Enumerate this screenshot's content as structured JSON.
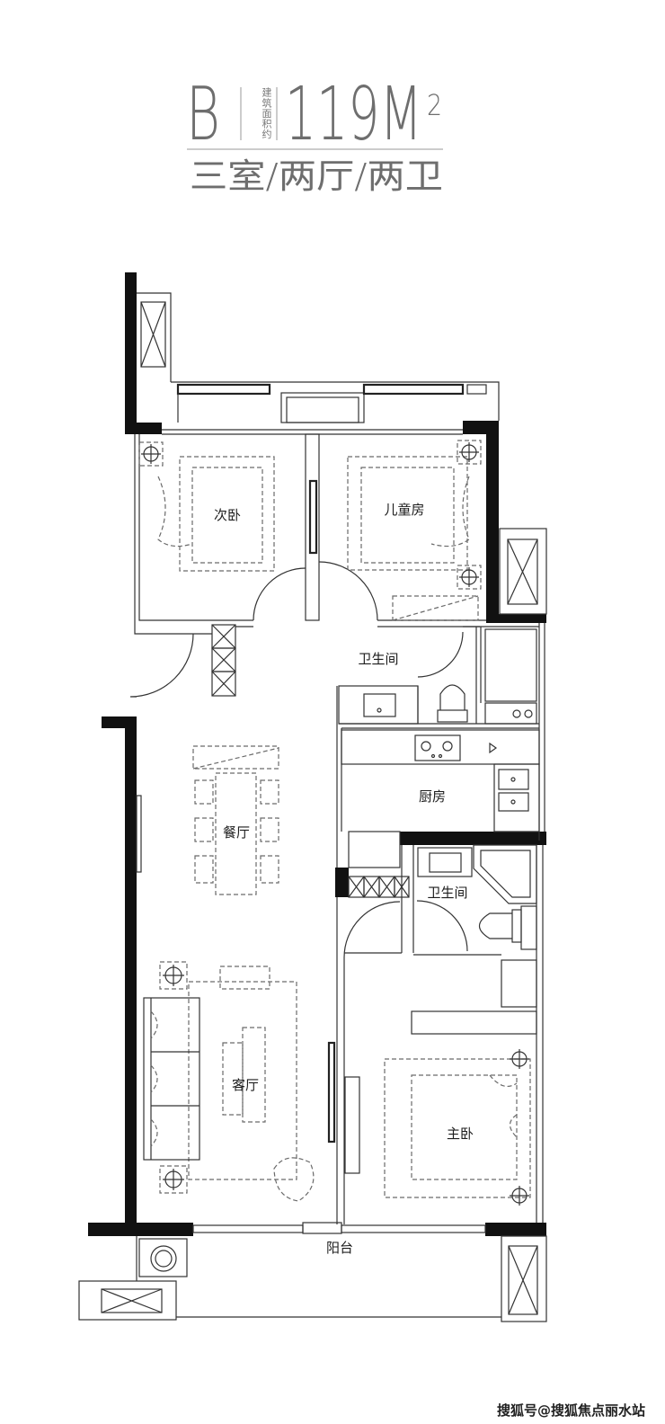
{
  "header": {
    "unit_type": "B",
    "area_note": "建筑面积约",
    "area_value": "119M",
    "area_unit_superscript": "2",
    "layout": "三室/两厅/两卫"
  },
  "rooms": {
    "secondary_bedroom": "次卧",
    "kids_room": "儿童房",
    "bathroom_upper": "卫生间",
    "kitchen": "厨房",
    "dining_room": "餐厅",
    "bathroom_lower": "卫生间",
    "living_room": "客厅",
    "master_bedroom": "主卧",
    "balcony": "阳台"
  },
  "watermark": "搜狐号@搜狐焦点丽水站",
  "colors": {
    "wall": "#111111",
    "line": "#333333",
    "header_text": "#6e6e6e",
    "background": "#ffffff"
  }
}
